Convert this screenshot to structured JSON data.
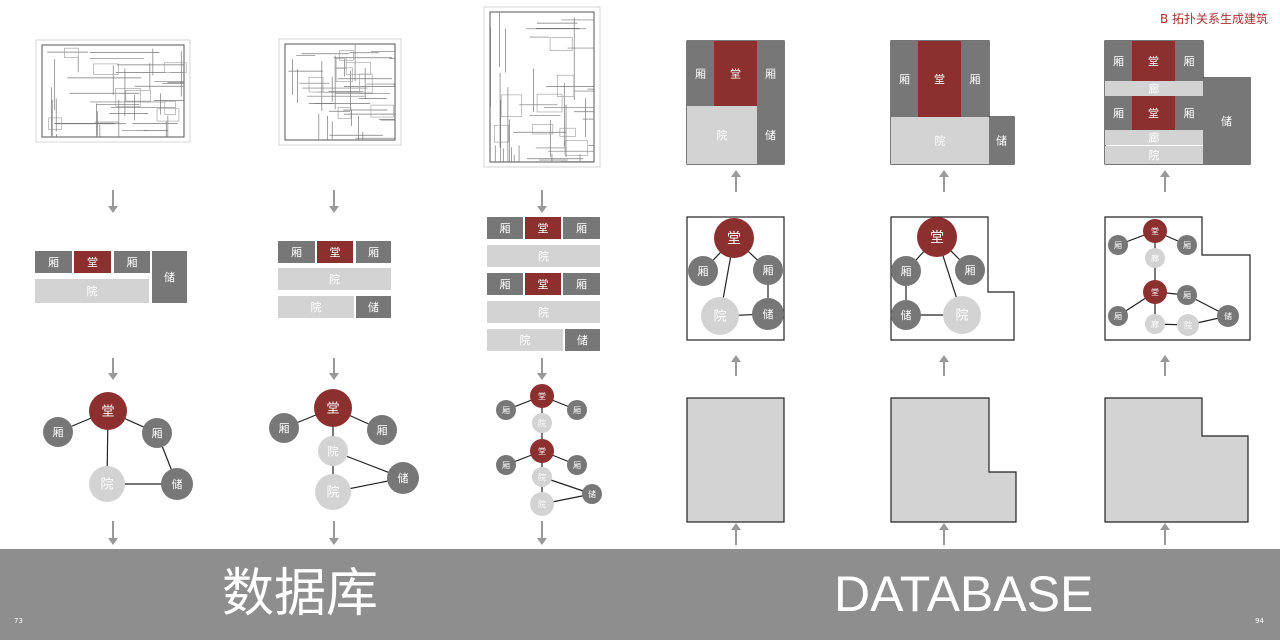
{
  "header": {
    "section_title": "B 拓扑关系生成建筑"
  },
  "footer": {
    "left_title": "数据库",
    "right_title": "DATABASE",
    "page_left": "73",
    "page_right": "94"
  },
  "colors": {
    "hall": "#8c2f2f",
    "wing": "#777777",
    "light": "#d3d3d3",
    "footer": "#8e8e8e",
    "accent_text": "#a83232"
  },
  "labels": {
    "hall": "堂",
    "wing": "厢",
    "court": "院",
    "storage": "储",
    "corridor": "廊"
  }
}
